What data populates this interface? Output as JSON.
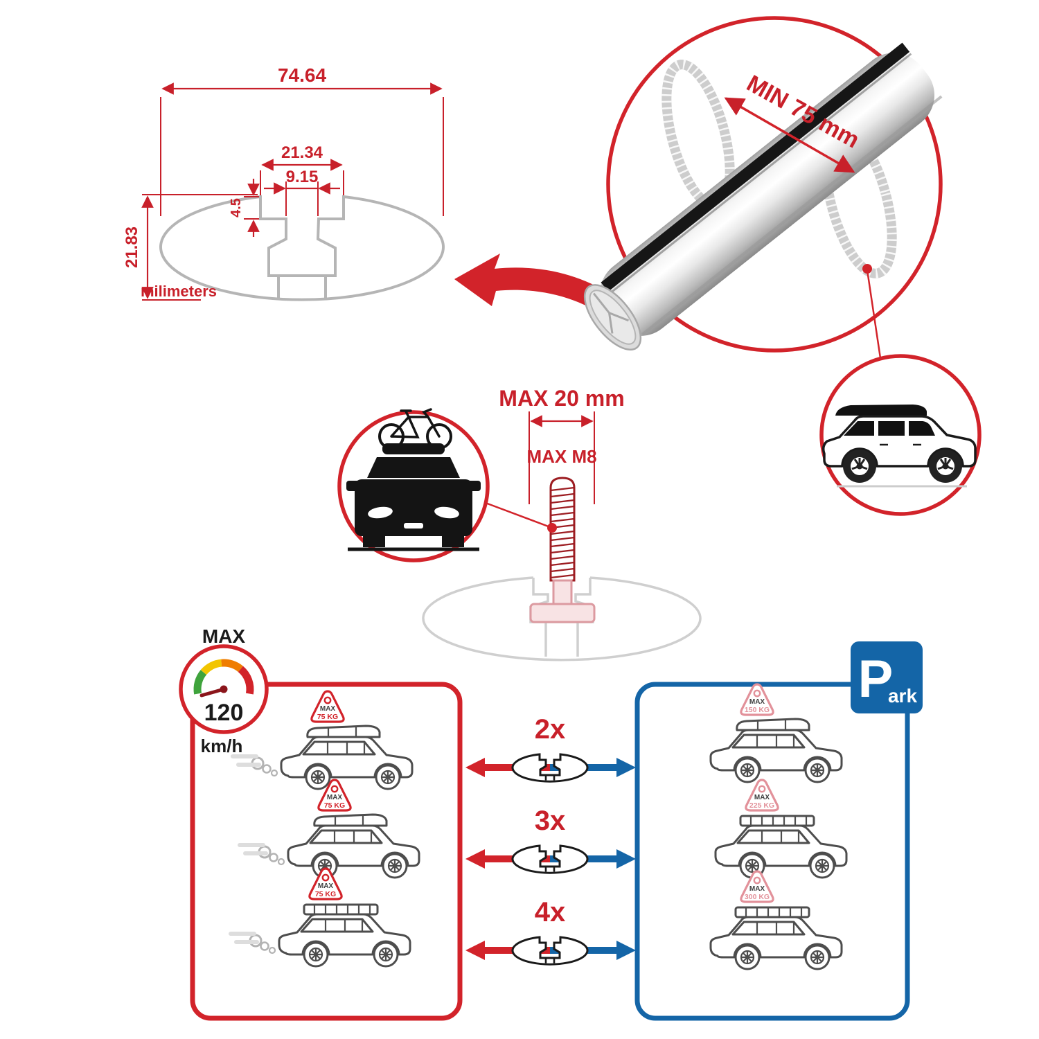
{
  "colors": {
    "red": "#d2232a",
    "dim_red": "#c8202a",
    "blue": "#1465a7",
    "gray_draw": "#b5b5b5",
    "ghost_gray": "#cfcfcf",
    "pink": "#e2919a",
    "black": "#1a1a1a"
  },
  "cross_section": {
    "total_width": "74.64",
    "recess_width": "21.34",
    "slot_width": "9.15",
    "recess_depth": "4.5",
    "total_height": "21.83",
    "units": "milimeters"
  },
  "bar_detail": {
    "min_clamp_span": "MIN 75 mm"
  },
  "bolt_detail": {
    "max_width": "MAX 20 mm",
    "thread": "MAX M8"
  },
  "speed_limit": {
    "label": "MAX",
    "value": "120",
    "units": "km/h"
  },
  "parking_sign": {
    "letter": "P",
    "suffix": "ark"
  },
  "load_comparison": {
    "multipliers": [
      "2x",
      "3x",
      "4x"
    ],
    "driving": [
      {
        "max": "MAX",
        "load": "75 KG"
      },
      {
        "max": "MAX",
        "load": "75 KG"
      },
      {
        "max": "MAX",
        "load": "75 KG"
      }
    ],
    "parked": [
      {
        "max": "MAX",
        "load": "150 KG"
      },
      {
        "max": "MAX",
        "load": "225 KG"
      },
      {
        "max": "MAX",
        "load": "300 KG"
      }
    ]
  }
}
